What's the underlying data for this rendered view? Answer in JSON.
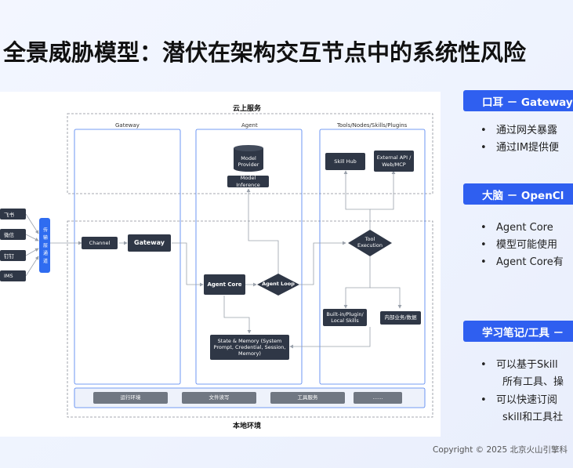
{
  "title": "全景威胁模型：潜伏在架构交互节点中的系统性风险",
  "diagram": {
    "cloud_label": "云上服务",
    "local_label": "本地环境",
    "section_gateway": "Gateway",
    "section_agent": "Agent",
    "section_tools": "Tools/Nodes/Skills/Plugins",
    "im_apps": [
      "飞书",
      "微信",
      "钉钉",
      "IMS"
    ],
    "vertical_bar": "传 输 层 通 道",
    "channel": "Channel",
    "gateway": "Gateway",
    "model_provider": "Model Provider",
    "model_inference": "Model Inference",
    "agent_core": "Agent Core",
    "agent_loop": "Agent Loop",
    "state_memory": "State & Memory (System Prompt, Credential, Session, Memory)",
    "skill_hub": "Skill Hub",
    "external_api": "External API / Web/MCP",
    "tool_execution": "Tool Execution",
    "builtin": "Built-in/Plugin/ Local Skills",
    "internal": "内部业务/数据",
    "bottom_items": [
      "运行环境",
      "文件读写",
      "工具服务",
      "……"
    ]
  },
  "panels": [
    {
      "header": "口耳 － Gateway",
      "bullets": [
        {
          "dot": "•",
          "text": "通过网关暴露"
        },
        {
          "dot": "•",
          "text": "通过IM提供便"
        }
      ]
    },
    {
      "header": "大脑 － OpenCl",
      "bullets": [
        {
          "dot": "•",
          "text": "Agent Core"
        },
        {
          "dot": "•",
          "text": "模型可能使用"
        },
        {
          "dot": "•",
          "text": "Agent Core有"
        }
      ]
    },
    {
      "header": "学习笔记/工具 －",
      "bullets": [
        {
          "dot": "•",
          "text": "可以基于Skill",
          "cont": "所有工具、操"
        },
        {
          "dot": "•",
          "text": "可以快速订阅",
          "cont": "skill和工具社"
        }
      ]
    }
  ],
  "copyright": "Copyright © 2025 北京火山引擎科"
}
